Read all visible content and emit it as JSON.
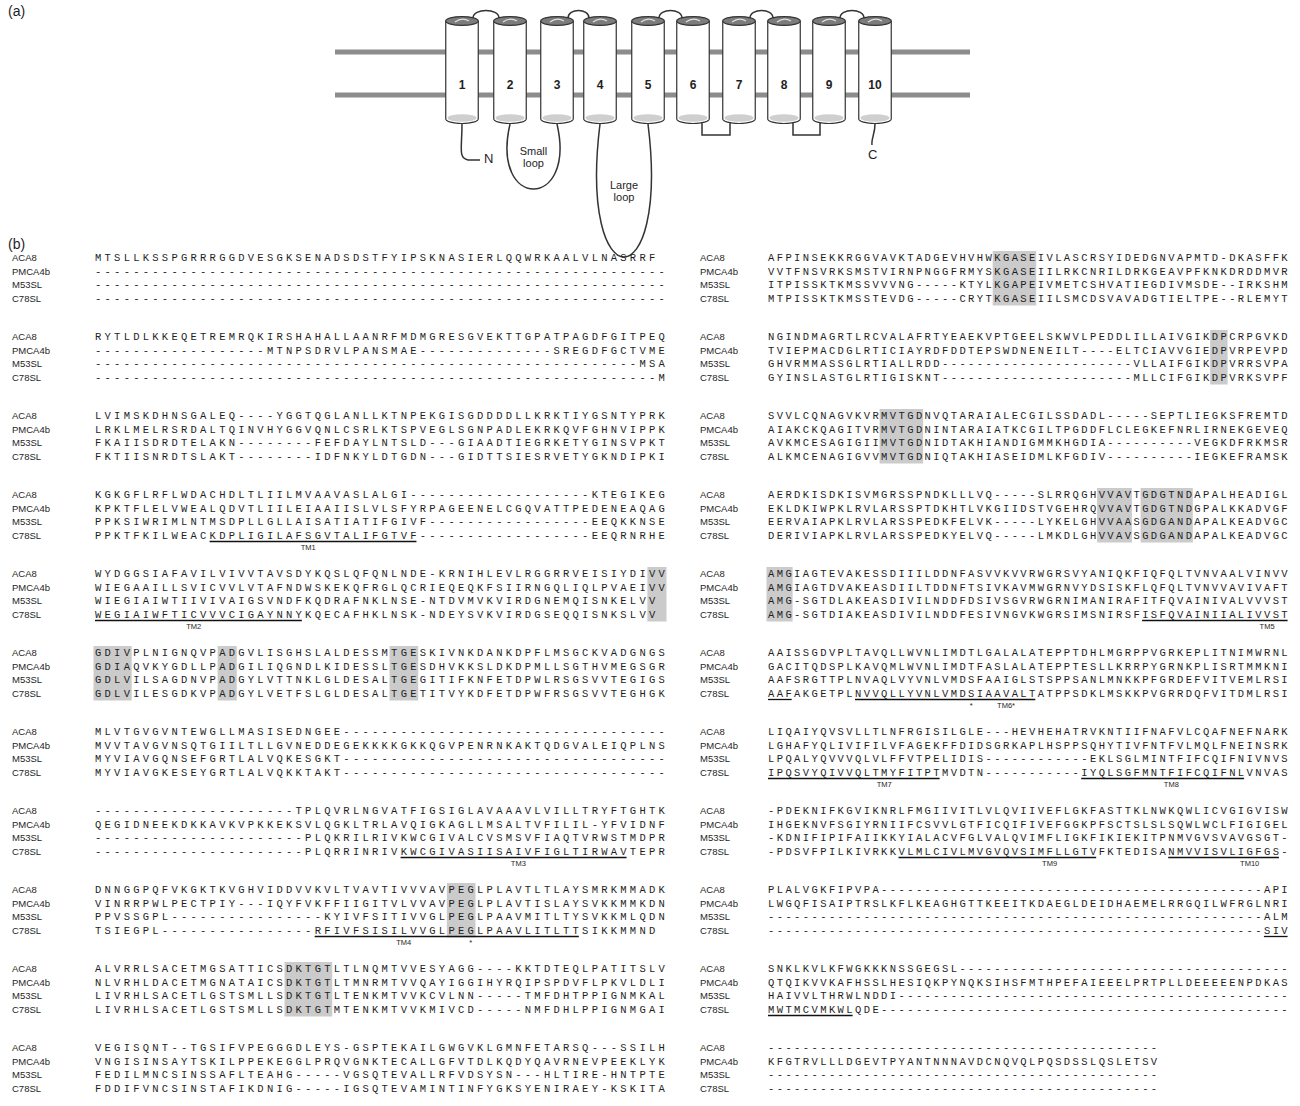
{
  "diagram": {
    "nodes": [
      {
        "text": [
          "1"
        ]
      },
      {
        "text": [
          "2"
        ]
      },
      {
        "text": [
          "3"
        ]
      },
      {
        "text": [
          "4"
        ]
      },
      {
        "text": [
          "5"
        ]
      },
      {
        "text": [
          "6"
        ]
      },
      {
        "text": [
          "7"
        ]
      },
      {
        "text": [
          "8"
        ]
      },
      {
        "text": [
          "9"
        ]
      },
      {
        "text": [
          "10"
        ]
      }
    ],
    "edges": [
      {
        "from": 0,
        "to": 1,
        "arrow": "none"
      },
      {
        "from": 1,
        "to": 2,
        "arrow": "none",
        "label": "Small loop"
      },
      {
        "from": 2,
        "to": 3,
        "arrow": "none"
      },
      {
        "from": 3,
        "to": 4,
        "arrow": "none",
        "label": "Large loop"
      },
      {
        "from": 4,
        "to": 5,
        "arrow": "none"
      },
      {
        "from": 5,
        "to": 6,
        "arrow": "none"
      },
      {
        "from": 6,
        "to": 7,
        "arrow": "none"
      },
      {
        "from": 7,
        "to": 8,
        "arrow": "none"
      },
      {
        "from": 8,
        "to": 9,
        "arrow": "none"
      }
    ],
    "labels": [
      "(a)",
      "(b)",
      "N",
      "C",
      "ACA8",
      "MTSLLKSSPGRRRGGDVESGKSENADSDSTFYIPSKNASIERLQQWRKAALVLNASRRF",
      "PMCA4b",
      "------------------------------------------------------------",
      "M53SL",
      "------------------------------------------------------------",
      "C78SL",
      "------------------------------------------------------------",
      "ACA8",
      "RYTLDLKKEQETREMRQKIRSHAHALLAANRFMDMGRESGVEKTTGPATPAGDFGITPEQ",
      "PMCA4b",
      "------------------MTNPSDRVLPANSMAE--------------SREGDFGCTVME",
      "M53SL",
      "---------------------------------------------------------MSA",
      "C78SL",
      "-----------------------------------------------------------M",
      "ACA8",
      "LVIMSKDHNSGALEQ----YGGTQGLANLLKTNPEKGISGDDDDLLKRKTIYGSNTYPRK",
      "PMCA4b",
      "LRKLMELRSRDALTQINVHYGGVQNLCSRLKTSPVEGLSGNPADLEKRKQVFGHNVIPPK",
      "M53SL",
      "FKAIISDRDTELAKN--------FEFDAYLNTSLD---GIAADTIEGRKETYGINSVPKT",
      "C78SL",
      "FKTIISNRDTSLAKT--------IDFNKYLDTGDN---GIDTTSIESRVETYGKNDIPKI",
      "ACA8",
      "KGKGFLRFLWDACHDLTLIILMVAAVASLALGI-------------------KTEGIKEG",
      "PMCA4b",
      "KPKTFLELVWEALQDVTLIILEIAAIISLVLSFYRPAGEENELCGQVATTPEDENEAQAG",
      "M53SL",
      "PPKSIWRIMLNTMSDPLLGLLAISATIATIFGIVF-----------------EEQKKNSE",
      "C78SL",
      "PPKTFKILWEACKDPLIGILAFSGVTALIFGTVF------------------EEQRNRHE",
      "ACA8",
      "WYDGGSIAFAVILVIVVTAVSDYKQSLQFQNLNDE-KRNIHLEVLRGGRRVEISIYDIVV",
      "PMCA4b",
      "WIEGAAILLSVICVVLVTAFNDWSKEKQFRGLQCRIEQEQKFSIIRNGQLIQLPVAEIVV",
      "M53SL",
      "WIEGIAIWTIIVIVAIGSVNDFKQDRAFNKLNSE-NTDVMVKVIRDGNEMQISNKELVV",
      "C78SL",
      "WEGIAIWFTICVVVCIGAYNNYKQECAFHKLNSK-NDEYSVKVIRDGSEQQISNKSLVV",
      "ACA8",
      "GDIVPLNIGNQVPADGVLISGHSLALDESSMTGESKIVNKDANKDPFLMSGCKVADGNGS",
      "PMCA4b",
      "GDIAQVKYGDLLPADGILIQGNDLKIDESSLTGESDHVKKSLDKDPMLLSGTHVMEGSGR",
      "M53SL",
      "GDLVILSAGDNVPADGYLVTTNKLGLDESALTGEGITIFKNFETDPWLRSGSVVTEGIGS",
      "C78SL",
      "GDLVILESGDKVPADGYLVETFSLGLDESALTGETITVYKDFETDPWFRSGSVVTEGHGK",
      "ACA8",
      "MLVTGVGVNTEWGLLMASISEDNGEE----------------------------------",
      "PMCA4b",
      "MVVTAVGVNSQTGIILTLLGVNEDDEGEKKKKGKKQGVPENRNKAKTQDGVALEIQPLNS",
      "M53SL",
      "MYVIAVGQNSEFGRTLALVQKESGKT----------------------------------",
      "C78SL",
      "MYVIAVGKESEYGRTLALVQKKTAKT----------------------------------",
      "ACA8",
      "---------------------TPLQVRLNGVATFIGSIGLAVAAAVLVILLTRYFTGHTK",
      "PMCA4b",
      "QEGIDNEEKDKKAVKVPKKEKSVLQGKLTRLAVQIGKAGLLMSALTVFILIL-YFVIDNF",
      "M53SL",
      "----------------------PLQKRILRIVKWCGIVALCVSMSVFIAQTVRWSTMDPR",
      "C78SL",
      "----------------------PLQRRINRIVKWCGIVASIISAIVFIGLTIRWAVTEPR",
      "ACA8",
      "DNNGGPQFVKGKTKVGHVIDDVVKVLTVAVTIVVVAVPEGLPLAVTLTLAYSMRKMMADK",
      "PMCA4b",
      "VINRRPWLPECTPIY---IQYFVKFFIIGITVLVVAVPEGLPLAVTISLAYSVKKMMKDN",
      "M53SL",
      "PPVSSGPL----------------KYIVFSITIVVGLPEGLPAAVMITLTYSVKKMLQDN",
      "C78SL",
      "TSIEGPL----------------RFIVFSISILVVGLPEGLPAAVLITLTTSIKKMMND",
      "ACA8",
      "ALVRRLSACETMGSATTICSDKTGTLTLNQMTVVESYAGG----KKTDTEQLPATITSLV",
      "PMCA4b",
      "NLVRHLDACETMGNATAICSDKTGTLTMNRMTVVQAYIGGIHYRQIPSPDVFLPKVLDLI",
      "M53SL",
      "LIVRHLSACETLGSTSMLLSDKTGTLTENKMTVVKCVLNN-----TMFDHTPPIGNMKAL",
      "C78SL",
      "LIVRHLSACETLGSTSMLLSDKTGTMTENKMTVVKMIVCD-----NMFDHLPPIGNMGAI",
      "ACA8",
      "VEGISQNT--TGSIFVPEGGGDLEYS-GSPTEKAILGWGVKLGMNFETARSQ---SSILH",
      "PMCA4b",
      "VNGISINSAYTSKILPPEKEGGLPRQVGNKTECALLGFVTDLKQDYQAVRNEVPEEKLYK",
      "M53SL",
      "FEDILMNCSINSSAFLTEAHG-----VGSQTEVALLRFVDSYSN---HLTIRE-HNTPTE",
      "C78SL",
      "FDDIFVNCSINSTAFIKDNIG-----IGSQTEVAMINTINFYGKSYENIRAEY-KSKITA",
      "ACA8",
      "AFPINSEKKRGGVAVKTADGEVHVHWKGASEIVLASCRSYIDEDGNVAPMTD-DKASFFK",
      "PMCA4b",
      "VVTFNSVRKSMSTVIRNPNGGFRMYSKGASEIILRKCNRILDRKGEAVPFKNKDRDDMVR",
      "M53SL",
      "ITPISSKTKMSSVVVNG-----KTYLKGAPEIVMETCSHVATIEGDIVMSDE--IRKSHM",
      "C78SL",
      "MTPISSKTKMSSTEVDG-----CRYTKGASEIILSMCDSVAVADGTIELTPE--RLEMYT",
      "ACA8",
      "NGINDMAGRTLRCVALAFRTYEAEKVPTGEELSKWVLPEDDLILLAIVGIKDPCRPGVKD",
      "PMCA4b",
      "TVIEPMACDGLRTICIAYRDFDDTEPSWDNENEILT----ELTCIAVVGIEDPVRPEVPD",
      "M53SL",
      "GHVRMMASSGLRTIALLRDD----------------------VLLAIFGIKDPVRRSVPA",
      "C78SL",
      "GYINSLASTGLRTIGISKNT----------------------MLLCIFGIKDPVRKSVPF",
      "ACA8",
      "SVVLCQNAGVKVRMVTGDNVQTARAIALECGILSSDADL-----SEPTLIEGKSFREMTD",
      "PMCA4b",
      "AIAKCKQAGITVRMVTGDNINTARAIATKCGILTPGDDFLCLEGKEFNRLIRNEKGEVEQ",
      "M53SL",
      "AVKMCESAGIGIIMVTGDNIDTAKHIANDIGMMKHGDIA----------VEGKDFRKMSR",
      "C78SL",
      "ALKMCENAGIGVVMVTGDNIQTAKHIASEIDMLKFGDIV----------IEGKEFRAMSK",
      "ACA8",
      "AERDKISDKISVMGRSSPNDKLLLVQ-----SLRRQGHVVAVTGDGTNDAPALHEADIGL",
      "PMCA4b",
      "EKLDKIWPKLRVLARSSPTDKHTLVKGIIDSTVGEHRQVVAVTGDGTNDGPALKKADVGF",
      "M53SL",
      "EERVAIAPKLRVLARSSPEDKFELVK-----LYKELGHVVAASGDGANDAPALKEADVGC",
      "C78SL",
      "DERIVIAPKLRVLARSSPEDKYELVQ-----LMKDLGHVVAVSGDGANDAPALKEADVGC",
      "ACA8",
      "AMGIAGTEVAKESSDIIILDDNFASVVKVVRWGRSVYANIQKFIQFQLTVNVAALVINVV",
      "PMCA4b",
      "AMGIAGTDVAKEASDIILTDDNFTSIVKAVMWGRNVYDSISKFLQFQLTVNVVAVIVAFT",
      "M53SL",
      "AMG-SGTDLAKEASDIVILNDDFDSIVSGVRWGRNIMANIRAFITFQVAINIVALVVVST",
      "C78SL",
      "AMG-SGTDIAKEASDIVILNDDFESIVNGVKWGRSIMSNIRSFISFQVAINIIALIVVST",
      "ACA8",
      "AAISSGDVPLTAVQLLWVNLIMDTLGALALATEPPTDHLMGRPPVGRKEPLITNIMWRNL",
      "PMCA4b",
      "GACITQDSPLKAVQMLWVNLIMDTFASLALATEPPTESLLKRRPYGRNKPLISRTMMKNI",
      "M53SL",
      "AAFSRGTTPLNVAQLVYVNLVMDSFAAIGLSTSPPSANLMNKKPFGRDEFVITVEMLRSI",
      "C78SL",
      "AAFAKGETPLNVVQLLYVNLVMDSIAAVALTATPPSDKLMSKKPVGRRDQFVITDMLRSI",
      "ACA8",
      "LIQAIYQVSVLLTLNFRGISILGLE---HEVHEHATRVKNTIIFNAFVLCQAFNEFNARK",
      "PMCA4b",
      "LGHAFYQLIVIFILVFAGEKFFDIDSGRKAPLHSPPSQHYTIVFNTFVLMQLFNEINSRK",
      "M53SL",
      "LPQALYQVVVQLVLFFVTPELIDIS------------EKLSGLMINTFIFCQIFNIVNVS",
      "C78SL",
      "IPQSVYQIVVQLTMYFITPTMVDTN-----------IYQLSGFMNTFIFCQIFNLVNVAS",
      "ACA8",
      "-PDEKNIFKGVIKNRLFMGIIVITLVLQVIIVEFLGKFASTTKLNWKQWLICVGIGVISW",
      "PMCA4b",
      "IHGEKNVFSGIYRNIIFCSVVLGTFICQIFIVEFGGKPFSCTSLSLSQWLWCLFIGIGEL",
      "M53SL",
      "-KDNIFIPIFAIIKKYIALACVFGLVALQVIMFLIGKFIKIEKITPNMVGVSVAVGSGT-",
      "C78SL",
      "-PDSVFPILKIVRKKVLMLCIVLMVGVQVSIMFLLGTVFKTEDISANMVVISVLIGFGS-",
      "ACA8",
      "PLALVGKFIPVPA--------------------------------------------API",
      "PMCA4b",
      "LWGQFISAIPTRSLKFLKEAGHGTTKEEITKDAEGLDEIDHAEMELRRGQILWFRGLNRI",
      "M53SL",
      "---------------------------------------------------------ALM",
      "C78SL",
      "---------------------------------------------------------SIV",
      "ACA8",
      "SNKLKVLKFWGKKKNSSGEGSL--------------------------------------",
      "PMCA4b",
      "QTQIKVVKAFHSSLHESIQKPYNQKSIHSFMTHPEFAIEEELPRTPLLDEEEEENPDKAS",
      "M53SL",
      "HAIVVLTHRWLNDDI---------------------------------------------",
      "C78SL",
      "MWTMCVMKWLQDE-----------------------------------------------",
      "ACA8",
      "---------------------------------------------",
      "PMCA4b",
      "KFGTRVLLLDGEVTPYANTNNNAVDCNQVQLPQSDSSLQSLETSV",
      "M53SL",
      "---------------------------------------------",
      "C78SL",
      "---------------------------------------------",
      "TM1",
      "TM2",
      "TM3",
      "TM4",
      "*",
      "TM5",
      "*",
      "TM6*",
      "TM7",
      "TM8",
      "TM9",
      "TM10"
    ]
  }
}
